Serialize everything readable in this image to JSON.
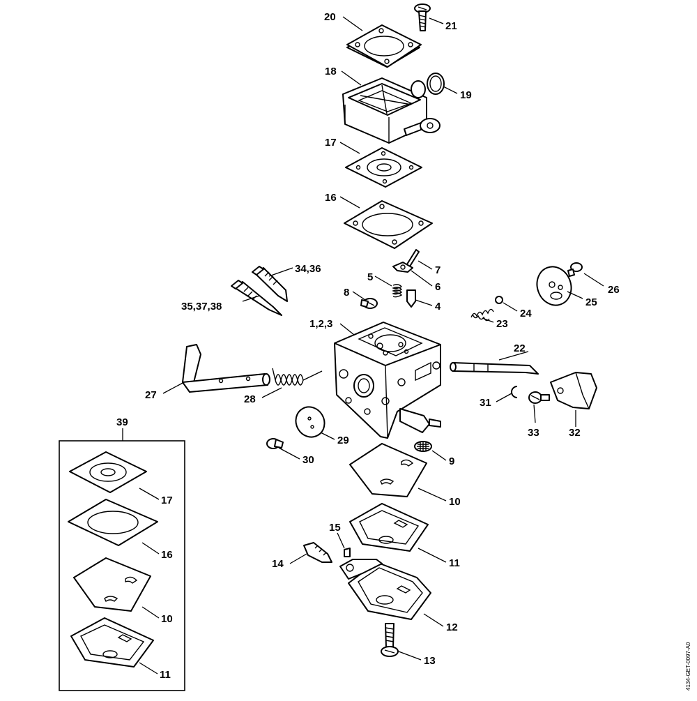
{
  "callouts": {
    "c20": "20",
    "c21": "21",
    "c18": "18",
    "c19": "19",
    "c17": "17",
    "c16": "16",
    "c7": "7",
    "c5": "5",
    "c6": "6",
    "c8": "8",
    "c4": "4",
    "c34_36": "34,36",
    "c35_37_38": "35,37,38",
    "c26": "26",
    "c25": "25",
    "c24": "24",
    "c23": "23",
    "c1_2_3": "1,2,3",
    "c22": "22",
    "c27": "27",
    "c28": "28",
    "c31": "31",
    "c33": "33",
    "c32": "32",
    "c39": "39",
    "c29": "29",
    "c30": "30",
    "c9": "9",
    "c10": "10",
    "c15": "15",
    "c14": "14",
    "c11": "11",
    "c12": "12",
    "c13": "13",
    "k17": "17",
    "k16": "16",
    "k10": "10",
    "k11": "11"
  },
  "doc_id": "4134-GET-0097-A0"
}
